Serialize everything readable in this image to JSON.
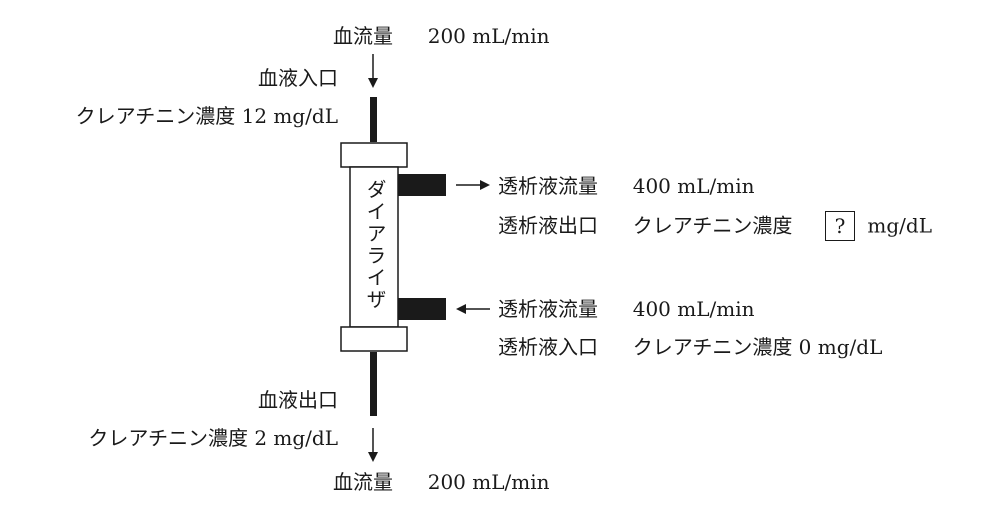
{
  "blood_inlet": {
    "flow_label": "血流量",
    "flow_value": "200 mL/min",
    "inlet_label": "血液入口",
    "creatinine_label": "クレアチニン濃度 12 mg/dL"
  },
  "blood_outlet": {
    "outlet_label": "血液出口",
    "creatinine_label": "クレアチニン濃度 2 mg/dL",
    "flow_label": "血流量",
    "flow_value": "200 mL/min"
  },
  "dialyzer": {
    "label": "ダイアライザ"
  },
  "dialysate_outlet": {
    "flow_label": "透析液流量",
    "flow_value": "400 mL/min",
    "outlet_label": "透析液出口",
    "creatinine_label": "クレアチニン濃度",
    "unknown_marker": "?",
    "unit": "mg/dL"
  },
  "dialysate_inlet": {
    "flow_label": "透析液流量",
    "flow_value": "400 mL/min",
    "inlet_label": "透析液入口",
    "creatinine_label": "クレアチニン濃度 0 mg/dL"
  }
}
